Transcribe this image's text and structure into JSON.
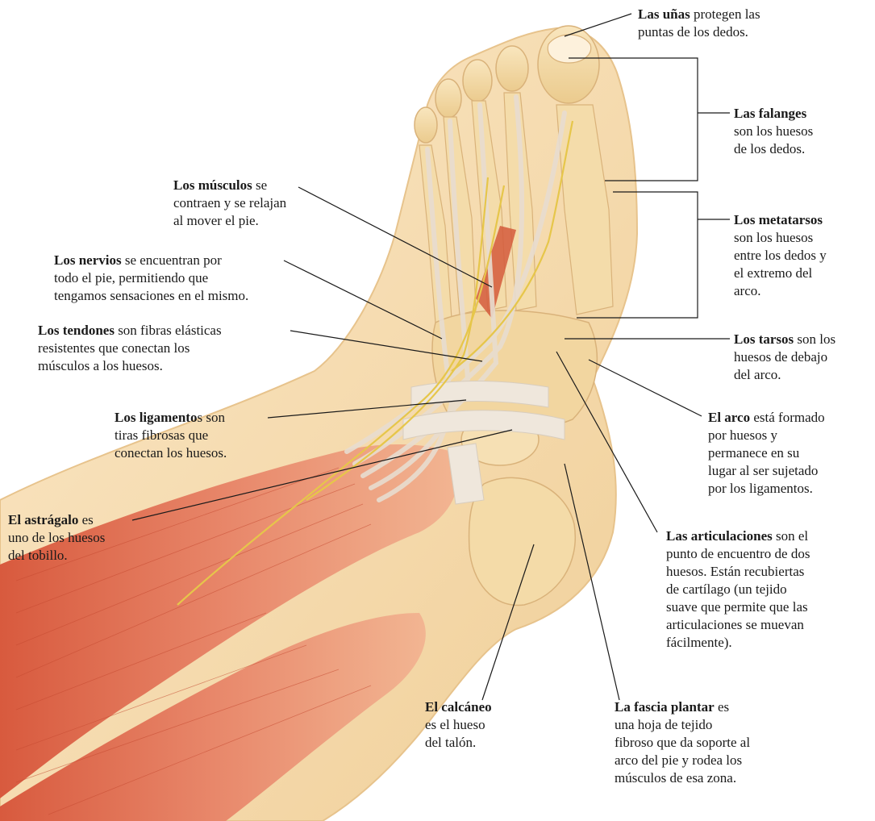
{
  "labels": {
    "unas": {
      "term": "Las uñas",
      "lines": [
        " protegen las",
        "puntas de los dedos."
      ]
    },
    "falanges": {
      "term": "Las falanges",
      "lines": [
        "son los huesos",
        "de los dedos."
      ]
    },
    "musculos": {
      "term": "Los músculos",
      "lines": [
        " se",
        "contraen y se relajan",
        "al mover el pie."
      ]
    },
    "metatarsos": {
      "term": "Los metatarsos",
      "lines": [
        "son los huesos",
        "entre los dedos y",
        "el extremo del",
        "arco."
      ]
    },
    "nervios": {
      "term": "Los nervios",
      "lines": [
        " se encuentran por",
        "todo el pie, permitiendo que",
        "tengamos sensaciones en el mismo."
      ]
    },
    "tendones": {
      "term": "Los tendones",
      "lines": [
        " son fibras elásticas",
        "resistentes que conectan los",
        "músculos a los huesos."
      ]
    },
    "tarsos": {
      "term": "Los tarsos",
      "lines": [
        " son los",
        "huesos de debajo",
        "del arco."
      ]
    },
    "ligamentos": {
      "term": "Los ligamento",
      "lines": [
        "s son",
        "tiras fibrosas que",
        "conectan los huesos."
      ]
    },
    "arco": {
      "term": "El arco",
      "lines": [
        " está formado",
        "por huesos y",
        "permanece en su",
        "lugar al ser sujetado",
        "por los ligamentos."
      ]
    },
    "astragalo": {
      "term": "El astrágalo",
      "lines": [
        " es",
        "uno de los huesos",
        "del tobillo."
      ]
    },
    "articulaciones": {
      "term": "Las articulaciones",
      "lines": [
        " son el",
        "punto de encuentro de dos",
        "huesos. Están recubiertas",
        "de cartílago (un tejido",
        "suave que permite que las",
        "articulaciones se muevan",
        "fácilmente)."
      ]
    },
    "calcaneo": {
      "term": "El calcáneo",
      "lines": [
        "es el hueso",
        "del talón."
      ]
    },
    "fascia": {
      "term": "La fascia plantar",
      "lines": [
        " es",
        "una hoja de tejido",
        "fibroso que da soporte al",
        "arco del pie y rodea los",
        "músculos de esa zona."
      ]
    }
  },
  "colors": {
    "skin": "#f6dcb0",
    "bone": "#f2d9a4",
    "muscle": "#d9684a",
    "tendon": "#ede6dc",
    "nerve": "#e8c84a",
    "leader_line": "#1a1a1a"
  }
}
